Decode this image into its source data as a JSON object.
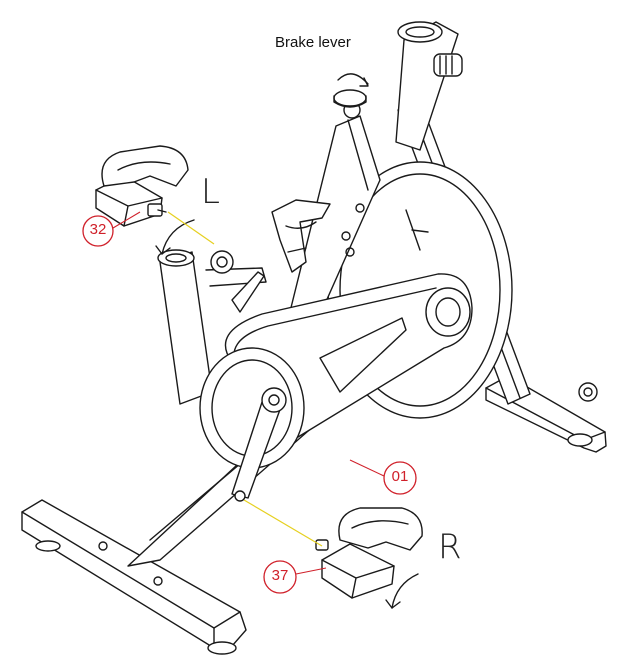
{
  "labels": {
    "brake_lever": "Brake lever",
    "left_side": "L",
    "right_side": "R"
  },
  "parts": {
    "left_pedal": "32",
    "frame": "01",
    "right_pedal": "37"
  },
  "colors": {
    "line": "#1a1a1a",
    "callout": "#d0202a",
    "guide": "#e6d020"
  }
}
